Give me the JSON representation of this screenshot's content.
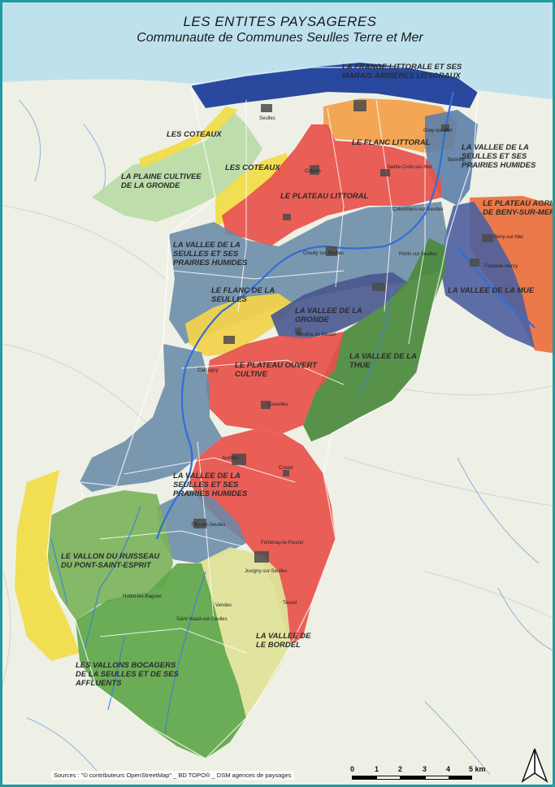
{
  "title": {
    "line1": "LES ENTITES PAYSAGERES",
    "line2": "Communaute de Communes Seulles Terre et Mer"
  },
  "landscape_units": [
    {
      "id": "frange",
      "lines": [
        "LA FRANGE LITTORALE ET SES",
        "MARAIS ARRIÈRES LITTORAUX"
      ],
      "color": "#1f3f9a"
    },
    {
      "id": "coteaux-ouest",
      "lines": [
        "LES COTEAUX"
      ],
      "color": "#f1dc4a"
    },
    {
      "id": "flanc-littoral",
      "lines": [
        "LE FLANC LITTORAL"
      ],
      "color": "#f2a24e"
    },
    {
      "id": "vallee-seulles-nord",
      "lines": [
        "LA VALLEE DE LA",
        "SEULLES ET SES",
        "PRAIRIES HUMIDES"
      ],
      "color": "#5c7fa8"
    },
    {
      "id": "plaine-gronde",
      "lines": [
        "LA PLAINE CULTIVEE",
        "DE LA GRONDE"
      ],
      "color": "#b9dba6"
    },
    {
      "id": "coteaux-centre",
      "lines": [
        "LES COTEAUX"
      ],
      "color": "#f1dc4a"
    },
    {
      "id": "plateau-littoral",
      "lines": [
        "LE PLATEAU LITTORAL"
      ],
      "color": "#e8514a"
    },
    {
      "id": "plateau-beny",
      "lines": [
        "LE PLATEAU AGRICO",
        "DE BENY-SUR-MER"
      ],
      "color": "#ec6f3d"
    },
    {
      "id": "vallee-seulles-centre",
      "lines": [
        "LA VALLEE DE LA",
        "SEULLES ET SES",
        "PRAIRIES HUMIDES"
      ],
      "color": "#6a8aa8"
    },
    {
      "id": "vallee-mue",
      "lines": [
        "LA VALLEE DE LA MUE"
      ],
      "color": "#4d5f9e"
    },
    {
      "id": "flanc-seulles",
      "lines": [
        "LE FLANC DE LA",
        "SEULLES"
      ],
      "color": "#f1d24e"
    },
    {
      "id": "vallee-gronde",
      "lines": [
        "LA VALLEE DE LA",
        "GRONDE"
      ],
      "color": "#48578f"
    },
    {
      "id": "vallee-thue",
      "lines": [
        "LA VALLEE DE LA",
        "THUE"
      ],
      "color": "#4b8a3d"
    },
    {
      "id": "plateau-ouvert",
      "lines": [
        "LE PLATEAU OUVERT",
        "CULTIVE"
      ],
      "color": "#e8514a"
    },
    {
      "id": "vallee-seulles-sud",
      "lines": [
        "LA VALLEE DE LA",
        "SEULLES ET SES",
        "PRAIRIES HUMIDES"
      ],
      "color": "#6a8aa8"
    },
    {
      "id": "vallon-ruisseau",
      "lines": [
        "LE VALLON DU RUISSEAU",
        "DU PONT-SAINT-ESPRIT"
      ],
      "color": "#7cb35c"
    },
    {
      "id": "vallee-bordel",
      "lines": [
        "LA VALLEE DE",
        "LE BORDEL"
      ],
      "color": "#dfe39a"
    },
    {
      "id": "vallons-bocagers",
      "lines": [
        "LES VALLONS BOCAGERS",
        "DE LA SEULLES ET DE SES",
        "AFFLUENTS"
      ],
      "color": "#5fa64a"
    }
  ],
  "towns": [
    "Seulles",
    "Banville",
    "Gray-sur-Mer",
    "Crépon",
    "Sainte-Croix-sur-Mer",
    "Colombiers-sur-Seulles",
    "Creully sur Seulles",
    "Ponts sur Seulles",
    "Bény-sur-Mer",
    "Fontaine-Henry",
    "Moulins en Bessin",
    "Carcagny",
    "Loucelles",
    "Audrieu",
    "Cristot",
    "Tilly-sur-Seulles",
    "Fontenay-le-Pesnel",
    "Juvigny-sur-Seulles",
    "Hottot-les-Bagues",
    "Saint-Vaast-sur-Seulles",
    "Tessel",
    "Vendes"
  ],
  "colors": {
    "frame": "#1f9a9f",
    "sea": "#bfe1ee",
    "basemap": "#eef0e6",
    "river": "#2f6fd6"
  },
  "sources": "Sources : \"© contributeurs OpenStreetMap\" _ BD TOPO® _ DSM agences de paysages",
  "scale": {
    "ticks": [
      "0",
      "1",
      "2",
      "3",
      "4",
      "5 km"
    ]
  },
  "north_arrow_icon": "north-arrow-icon"
}
